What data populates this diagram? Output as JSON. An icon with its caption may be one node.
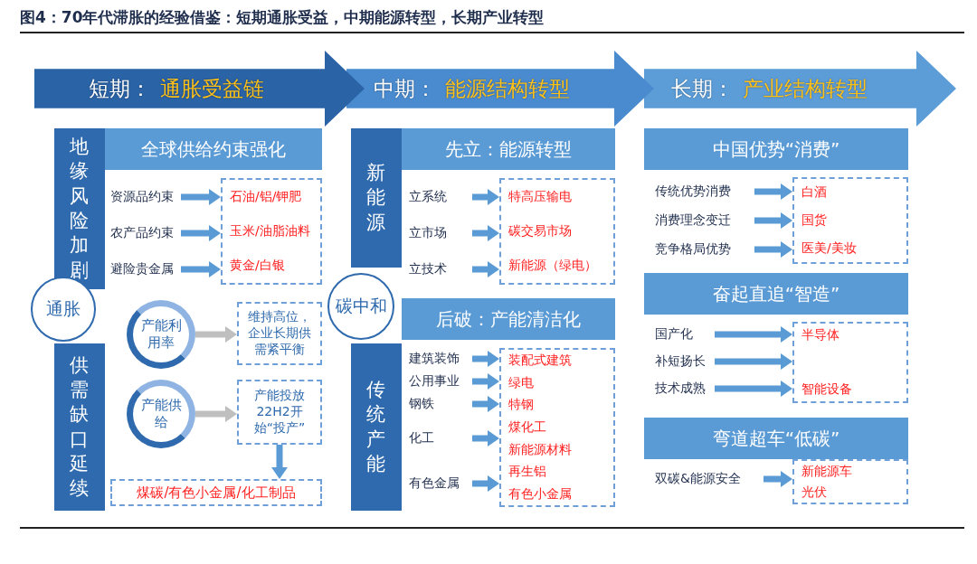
{
  "diagram": {
    "title": "图4：70年代滞胀的经验借鉴：短期通胀受益，中期能源转型，长期产业转型",
    "nodes": [
      {
        "text": [
          "短期：",
          "通胀受益链"
        ]
      },
      {
        "text": [
          "中期：",
          "能源结构转型"
        ]
      },
      {
        "text": [
          "长期：",
          "产业结构转型"
        ]
      },
      {
        "text": [
          "地缘风险加剧"
        ]
      },
      {
        "text": [
          "全球供给约束强化"
        ]
      },
      {
        "text": [
          "资源品约束"
        ]
      },
      {
        "text": [
          "农产品约束"
        ]
      },
      {
        "text": [
          "避险贵金属"
        ]
      },
      {
        "text": [
          "石油/铝/钾肥",
          "玉米/油脂油料",
          "黄金/白银"
        ]
      },
      {
        "text": [
          "通胀"
        ]
      },
      {
        "text": [
          "供需缺口延续"
        ]
      },
      {
        "text": [
          "产能利用率"
        ]
      },
      {
        "text": [
          "维持高位，企业长期供需紧平衡"
        ]
      },
      {
        "text": [
          "产能供给"
        ]
      },
      {
        "text": [
          "产能投放22H2开始“投产”"
        ]
      },
      {
        "text": [
          "煤碳/有色小金属/化工制品"
        ]
      },
      {
        "text": [
          "新能源"
        ]
      },
      {
        "text": [
          "先立：能源转型"
        ]
      },
      {
        "text": [
          "立系统"
        ]
      },
      {
        "text": [
          "立市场"
        ]
      },
      {
        "text": [
          "立技术"
        ]
      },
      {
        "text": [
          "特高压输电",
          "碳交易市场",
          "新能源（绿电）"
        ]
      },
      {
        "text": [
          "碳中和"
        ]
      },
      {
        "text": [
          "传统产能"
        ]
      },
      {
        "text": [
          "后破：产能清洁化"
        ]
      },
      {
        "text": [
          "建筑装饰"
        ]
      },
      {
        "text": [
          "公用事业"
        ]
      },
      {
        "text": [
          "钢铁"
        ]
      },
      {
        "text": [
          "化工"
        ]
      },
      {
        "text": [
          "有色金属"
        ]
      },
      {
        "text": [
          "装配式建筑",
          "绿电",
          "特钢",
          "煤化工",
          "新能源材料",
          "再生铝",
          "有色小金属"
        ]
      },
      {
        "text": [
          "中国优势“消费”"
        ]
      },
      {
        "text": [
          "传统优势消费"
        ]
      },
      {
        "text": [
          "消费理念变迁"
        ]
      },
      {
        "text": [
          "竞争格局优势"
        ]
      },
      {
        "text": [
          "白酒",
          "国货",
          "医美/美妆"
        ]
      },
      {
        "text": [
          "奋起直追“智造”"
        ]
      },
      {
        "text": [
          "国产化"
        ]
      },
      {
        "text": [
          "补短扬长"
        ]
      },
      {
        "text": [
          "技术成熟"
        ]
      },
      {
        "text": [
          "半导体",
          "智能设备"
        ]
      },
      {
        "text": [
          "弯道超车“低碳”"
        ]
      },
      {
        "text": [
          "双碳&能源安全"
        ]
      },
      {
        "text": [
          "新能源车",
          "光伏"
        ]
      }
    ],
    "edges": [
      {
        "from": 5,
        "to": 8,
        "arrow": "to"
      },
      {
        "from": 6,
        "to": 8,
        "arrow": "to"
      },
      {
        "from": 7,
        "to": 8,
        "arrow": "to"
      },
      {
        "from": 11,
        "to": 12,
        "arrow": "to",
        "color": "#bfbfbf"
      },
      {
        "from": 13,
        "to": 14,
        "arrow": "to",
        "color": "#bfbfbf"
      },
      {
        "from": 14,
        "to": 15,
        "arrow": "to"
      },
      {
        "from": 18,
        "to": 21,
        "arrow": "to"
      },
      {
        "from": 19,
        "to": 21,
        "arrow": "to"
      },
      {
        "from": 20,
        "to": 21,
        "arrow": "to"
      },
      {
        "from": 25,
        "to": 30,
        "arrow": "to"
      },
      {
        "from": 26,
        "to": 30,
        "arrow": "to"
      },
      {
        "from": 27,
        "to": 30,
        "arrow": "to"
      },
      {
        "from": 28,
        "to": 30,
        "arrow": "to"
      },
      {
        "from": 29,
        "to": 30,
        "arrow": "to"
      },
      {
        "from": 32,
        "to": 35,
        "arrow": "to"
      },
      {
        "from": 33,
        "to": 35,
        "arrow": "to"
      },
      {
        "from": 34,
        "to": 35,
        "arrow": "to"
      },
      {
        "from": 37,
        "to": 40,
        "arrow": "to"
      },
      {
        "from": 38,
        "to": 40,
        "arrow": "to"
      },
      {
        "from": 39,
        "to": 40,
        "arrow": "to"
      },
      {
        "from": 42,
        "to": 43,
        "arrow": "to"
      }
    ]
  }
}
